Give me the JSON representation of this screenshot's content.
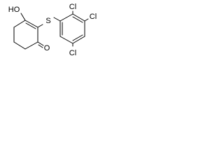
{
  "molecule": {
    "atoms": {
      "hydroxy": "HO",
      "thio": "S",
      "carbonyl_oxygen": "O",
      "chloro_top": "Cl",
      "chloro_right": "Cl",
      "chloro_bottom": "Cl"
    }
  }
}
